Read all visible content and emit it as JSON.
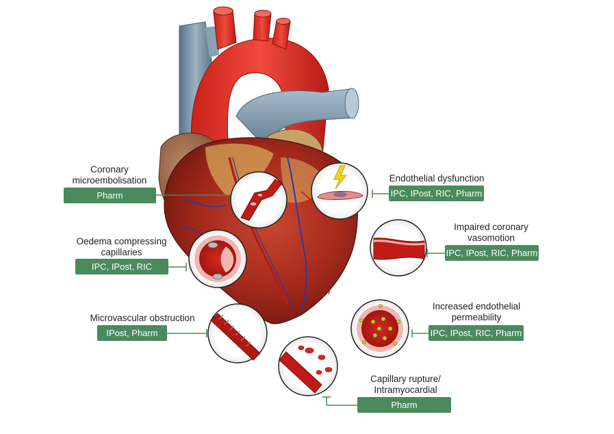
{
  "annotations": [
    {
      "key": "coronary",
      "title": "Coronary\nmicroembolisation",
      "interventions": "Pharm"
    },
    {
      "key": "endothelial",
      "title": "Endothelial dysfunction",
      "interventions": "IPC, IPost, RIC, Pharm"
    },
    {
      "key": "oedema",
      "title": "Oedema compressing\ncapillaries",
      "interventions": "IPC, IPost, RIC"
    },
    {
      "key": "vasomotion",
      "title": "Impaired coronary\nvasomotion",
      "interventions": "IPC, IPost, RIC, Pharm"
    },
    {
      "key": "microvascular",
      "title": "Microvascular obstruction",
      "interventions": "IPost, Pharm"
    },
    {
      "key": "permeability",
      "title": "Increased endothelial\npermeability",
      "interventions": "IPC, IPost, RIC, Pharm"
    },
    {
      "key": "rupture",
      "title": "Capillary rupture/\nIntramyocardial haemorrhage",
      "interventions": "Pharm"
    }
  ],
  "icons": {
    "heart": "heart-illustration-icon",
    "lightning": "lightning-bolt-icon"
  },
  "colors": {
    "box": "#4a8a5c",
    "connector": "#4a8a5c",
    "blood": "#c81e1e",
    "aorta": "#e8342a",
    "vein": "#7d97ad"
  }
}
